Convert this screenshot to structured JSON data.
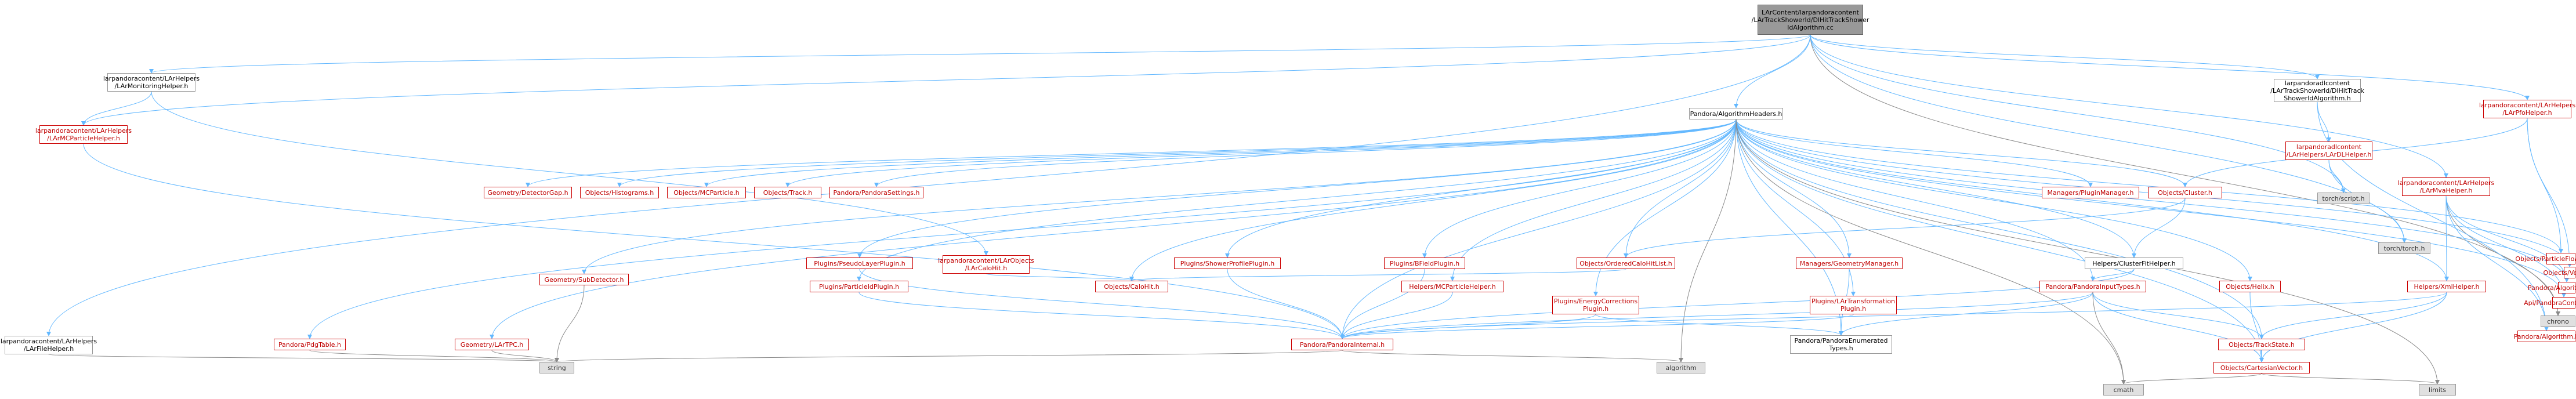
{
  "colors": {
    "edge": "#63b8ff",
    "edge_alt": "#8a8a8a",
    "red_border": "#cc0000",
    "gray_fill": "#e0e0e0",
    "root_fill": "#999999"
  },
  "nodes": {
    "root": "LArContent/larpandoracontent\n/LArTrackShowerId/DlHitTrackShower\nIdAlgorithm.cc",
    "monitoring_helper": "larpandoracontent/LArHelpers\n/LArMonitoringHelper.h",
    "mc_particle_helper": "larpandoracontent/LArHelpers\n/LArMCParticleHelper.h",
    "pdg_table": "Pandora/PdgTable.h",
    "lar_file_helper": "larpandoracontent/LArHelpers\n/LArFileHelper.h",
    "algorithm_headers": "Pandora/AlgorithmHeaders.h",
    "pfo_helper": "larpandoracontent/LArHelpers\n/LArPfoHelper.h",
    "mva_helper": "larpandoracontent/LArHelpers\n/LArMvaHelper.h",
    "dl_track_shower_alg": "larpandoradlcontent\n/LArTrackShowerId/DlHitTrack\nShowerIdAlgorithm.h",
    "geometry_detector_gap": "Geometry/DetectorGap.h",
    "objects_histograms": "Objects/Histograms.h",
    "objects_mc_particle": "Objects/MCParticle.h",
    "objects_track": "Objects/Track.h",
    "pandora_settings": "Pandora/PandoraSettings.h",
    "plugin_manager": "Managers/PluginManager.h",
    "objects_cluster": "Objects/Cluster.h",
    "particle_flow_object": "Objects/ParticleFlowObject.h",
    "objects_vertex": "Objects/Vertex.h",
    "algorithm_tool": "Pandora/AlgorithmTool.h",
    "pandora_content_api": "Api/PandoraContentApi.h",
    "chrono": "chrono",
    "pandora_algorithm": "Pandora/Algorithm.h",
    "dl_helper": "larpandoradlcontent\n/LArHelpers/LArDLHelper.h",
    "torch_script": "torch/script.h",
    "torch_torch": "torch/torch.h",
    "pseudo_layer_plugin": "Plugins/PseudoLayerPlugin.h",
    "lar_calo_hit": "larpandoracontent/LArObjects\n/LArCaloHit.h",
    "shower_profile_plugin": "Plugins/ShowerProfilePlugin.h",
    "bfield_plugin": "Plugins/BFieldPlugin.h",
    "ordered_calo_hit_list": "Objects/OrderedCaloHitList.h",
    "geometry_manager": "Managers/GeometryManager.h",
    "cluster_fit_helper": "Helpers/ClusterFitHelper.h",
    "sub_detector": "Geometry/SubDetector.h",
    "particle_id_plugin": "Plugins/ParticleIdPlugin.h",
    "objects_calo_hit": "Objects/CaloHit.h",
    "mc_particle_helper_pandora": "Helpers/MCParticleHelper.h",
    "energy_corrections_plugin": "Plugins/EnergyCorrections\nPlugin.h",
    "lar_transformation_plugin": "Plugins/LArTransformation\nPlugin.h",
    "pandora_input_types": "Pandora/PandoraInputTypes.h",
    "objects_helix": "Objects/Helix.h",
    "xml_helper": "Helpers/XmlHelper.h",
    "lar_tpc": "Geometry/LArTPC.h",
    "pandora_internal": "Pandora/PandoraInternal.h",
    "pandora_enumerated_types": "Pandora/PandoraEnumerated\nTypes.h",
    "track_state": "Objects/TrackState.h",
    "string": "string",
    "algorithm": "algorithm",
    "cartesian_vector": "Objects/CartesianVector.h",
    "cmath": "cmath",
    "limits": "limits"
  }
}
